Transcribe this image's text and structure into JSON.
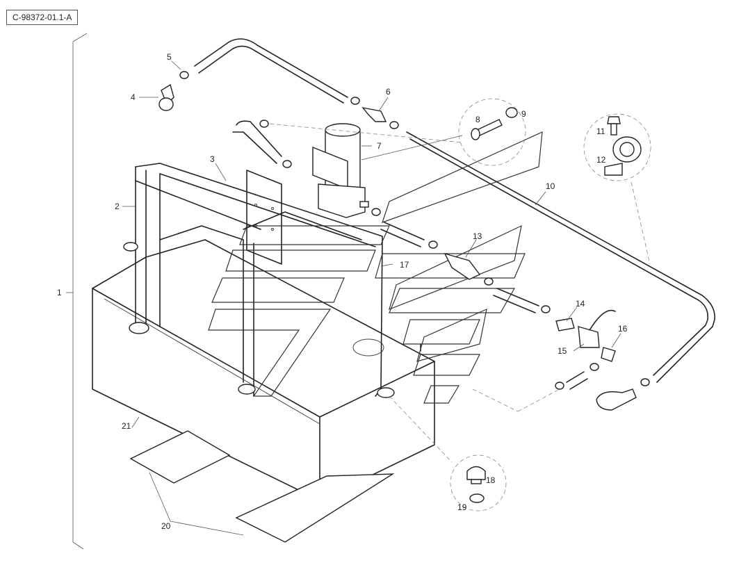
{
  "reference_code": "C-98372-01.1-A",
  "callouts": {
    "c1": "1",
    "c2": "2",
    "c3": "3",
    "c4": "4",
    "c5": "5",
    "c6": "6",
    "c7": "7",
    "c8": "8",
    "c9": "9",
    "c10": "10",
    "c11": "11",
    "c12": "12",
    "c13": "13",
    "c14": "14",
    "c15": "15",
    "c16": "16",
    "c17": "17",
    "c18": "18",
    "c19": "19",
    "c20": "20",
    "c21": "21"
  },
  "colors": {
    "line": "#222222",
    "background": "#ffffff",
    "fill_shade": "#d6d6d6"
  }
}
